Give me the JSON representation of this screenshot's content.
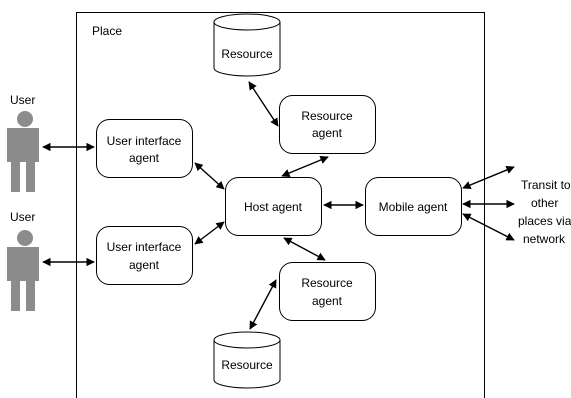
{
  "place": {
    "label": "Place"
  },
  "users": [
    {
      "label": "User"
    },
    {
      "label": "User"
    }
  ],
  "nodes": {
    "resource_top": {
      "label": "Resource"
    },
    "resource_bottom": {
      "label": "Resource"
    },
    "resource_agent_top": {
      "line1": "Resource",
      "line2": "agent"
    },
    "resource_agent_bottom": {
      "line1": "Resource",
      "line2": "agent"
    },
    "ui_agent_top": {
      "line1": "User interface",
      "line2": "agent"
    },
    "ui_agent_bottom": {
      "line1": "User interface",
      "line2": "agent"
    },
    "host_agent": {
      "label": "Host agent"
    },
    "mobile_agent": {
      "label": "Mobile agent"
    }
  },
  "transit": {
    "line1": "Transit to",
    "line2": "other",
    "line3": "places via",
    "line4": "network"
  }
}
